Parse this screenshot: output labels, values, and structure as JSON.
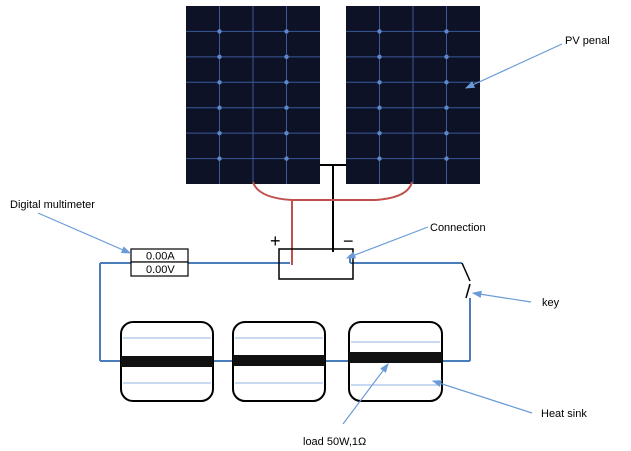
{
  "labels": {
    "pv_panel": "PV penal",
    "digital_multimeter": "Digital multimeter",
    "connection": "Connection",
    "key": "key",
    "heat_sink": "Heat sink",
    "load": "load 50W,1Ω"
  },
  "meter": {
    "current": "0.00A",
    "voltage": "0.00V"
  },
  "terminals": {
    "positive": "+",
    "negative": "−"
  },
  "colors": {
    "panel_fill": "#0d1226",
    "panel_grid": "#3a5a9a",
    "wire_red": "#c0504d",
    "wire_blue": "#4a7ebb",
    "leader_line": "#6a9bd8",
    "outline": "#000000"
  }
}
